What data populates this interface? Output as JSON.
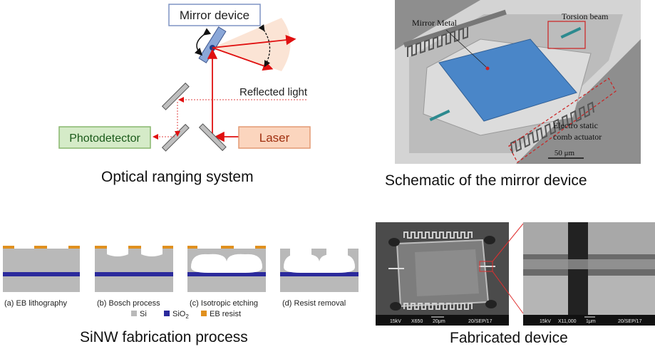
{
  "optical": {
    "caption": "Optical ranging system",
    "mirror_label": "Mirror device",
    "reflected_label": "Reflected light",
    "photodetector_label": "Photodetector",
    "laser_label": "Laser",
    "colors": {
      "laser_beam": "#e01010",
      "photodetector_fill": "#d5ebc8",
      "laser_fill": "#fbd5be",
      "mirror_fill": "#8aa7d8",
      "fan_fill": "#fbe3d3"
    }
  },
  "schematic": {
    "caption": "Schematic of the mirror device",
    "mirror_metal_label": "Mirror Metal",
    "torsion_beam_label": "Torsion beam",
    "comb_label_line1": "Electro static",
    "comb_label_line2": "comb actuator",
    "scale_label": "50 μm",
    "colors": {
      "mirror": "#4a86c8",
      "background": "#8e8e8e",
      "frame": "#d6d6d6"
    }
  },
  "sinw": {
    "caption": "SiNW fabrication process",
    "steps": [
      "(a) EB lithography",
      "(b) Bosch process",
      "(c) Isotropic etching",
      "(d) Resist removal"
    ],
    "legend": {
      "si": "Si",
      "sio2": "SiO",
      "sio2_sub": "2",
      "eb_resist": "EB resist"
    },
    "colors": {
      "si": "#b9b9b9",
      "sio2": "#2b2a9c",
      "eb_resist": "#e0901e"
    }
  },
  "fabricated": {
    "caption": "Fabricated device",
    "sem_left": {
      "kv": "15kV",
      "mag": "X650",
      "scale": "20μm",
      "date": "20/SEP/17"
    },
    "sem_right": {
      "kv": "15kV",
      "mag": "X11,000",
      "scale": "1μm",
      "date": "20/SEP/17"
    }
  }
}
